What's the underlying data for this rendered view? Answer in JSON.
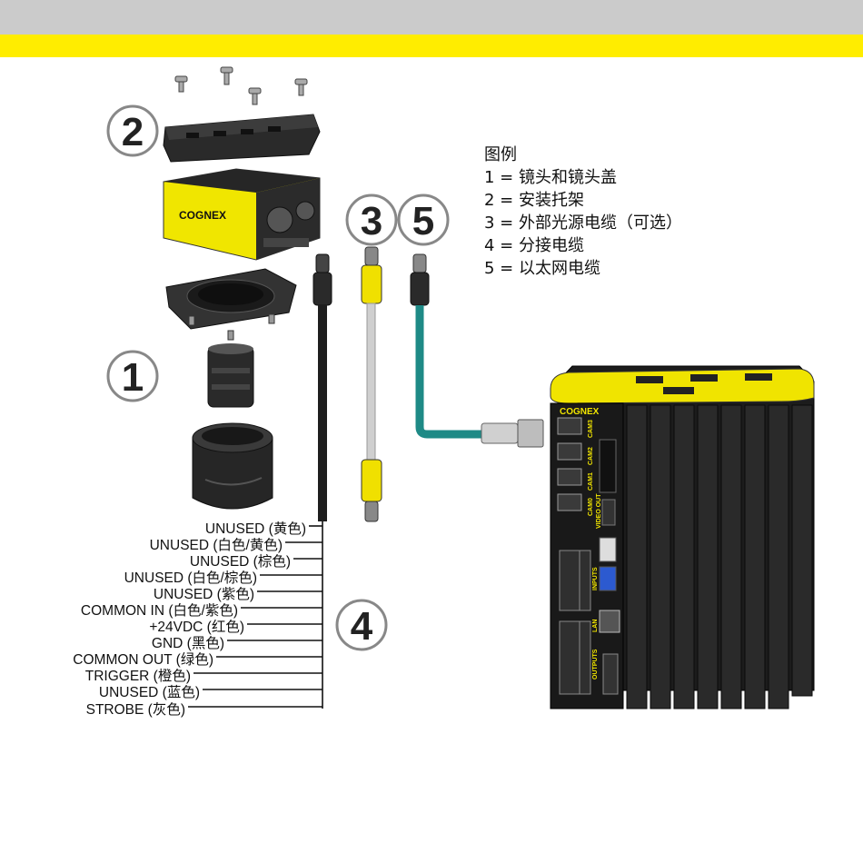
{
  "brand": {
    "camera_logo": "COGNEX",
    "controller_logo": "COGNEX"
  },
  "callouts": [
    "2",
    "1",
    "3",
    "5",
    "4"
  ],
  "legend": {
    "title": "图例",
    "items": [
      "1 = 镜头和镜头盖",
      "2 = 安装托架",
      "3 = 外部光源电缆（可选）",
      "4 = 分接电缆",
      "5 = 以太网电缆"
    ]
  },
  "wires": [
    "UNUSED (黄色)",
    "UNUSED (白色/黄色)",
    "UNUSED (棕色)",
    "UNUSED (白色/棕色)",
    "UNUSED (紫色)",
    "COMMON IN (白色/紫色)",
    "+24VDC (红色)",
    "GND (黑色)",
    "COMMON OUT (绿色)",
    "TRIGGER (橙色)",
    "UNUSED (蓝色)",
    "STROBE (灰色)"
  ],
  "controller_ports": [
    "CAM3",
    "CAM2",
    "CAM1",
    "CAM0",
    "VIDEO OUT",
    "INPUTS",
    "LAN",
    "OUTPUTS"
  ],
  "colors": {
    "top_band": "#cbcbcb",
    "accent_yellow": "#ffed00",
    "ethernet_cable": "#1e8a86",
    "light_cable": "#c8cccc",
    "housing": "#1c1c1c"
  }
}
